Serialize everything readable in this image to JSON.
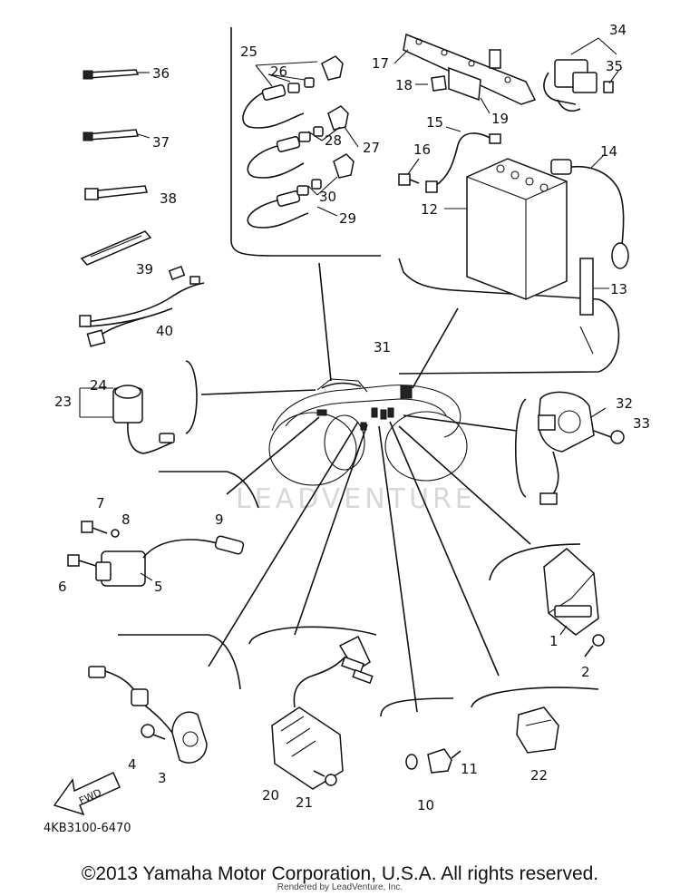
{
  "diagram_code": "4KB3100-6470",
  "watermark": "LEADVENTURE",
  "direction_arrow_label": "FWD",
  "copyright": "©2013 Yamaha Motor Corporation, U.S.A. All rights reserved.",
  "rendered_by": "Rendered by LeadVenture, Inc.",
  "callouts": {
    "p1": "1",
    "p2": "2",
    "p3": "3",
    "p4": "4",
    "p5": "5",
    "p6": "6",
    "p7": "7",
    "p8": "8",
    "p9": "9",
    "p10": "10",
    "p11": "11",
    "p12": "12",
    "p13": "13",
    "p14": "14",
    "p15": "15",
    "p16": "16",
    "p17": "17",
    "p18": "18",
    "p19": "19",
    "p20": "20",
    "p21": "21",
    "p22": "22",
    "p23": "23",
    "p24": "24",
    "p25": "25",
    "p26": "26",
    "p27": "27",
    "p28": "28",
    "p29": "29",
    "p30": "30",
    "p31": "31",
    "p32": "32",
    "p33": "33",
    "p34": "34",
    "p35": "35",
    "p36": "36",
    "p37": "37",
    "p38": "38",
    "p39": "39",
    "p40": "40"
  }
}
